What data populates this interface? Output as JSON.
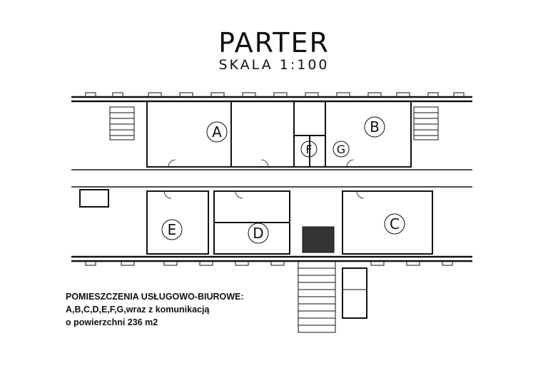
{
  "title": "PARTER",
  "scale": "SKALA 1:100",
  "rooms": [
    {
      "id": "room-a",
      "label": "A"
    },
    {
      "id": "room-b",
      "label": "B"
    },
    {
      "id": "room-c",
      "label": "C"
    },
    {
      "id": "room-d",
      "label": "D"
    },
    {
      "id": "room-e",
      "label": "E"
    },
    {
      "id": "room-f",
      "label": "F"
    },
    {
      "id": "room-g",
      "label": "G"
    }
  ],
  "legend": {
    "line1": "POMIESZCZENIA USŁUGOWO-BIUROWE:",
    "line2": "A,B,C,D,E,F,G,wraz z komunikacją",
    "line3": "o powierzchni 236 m2"
  }
}
